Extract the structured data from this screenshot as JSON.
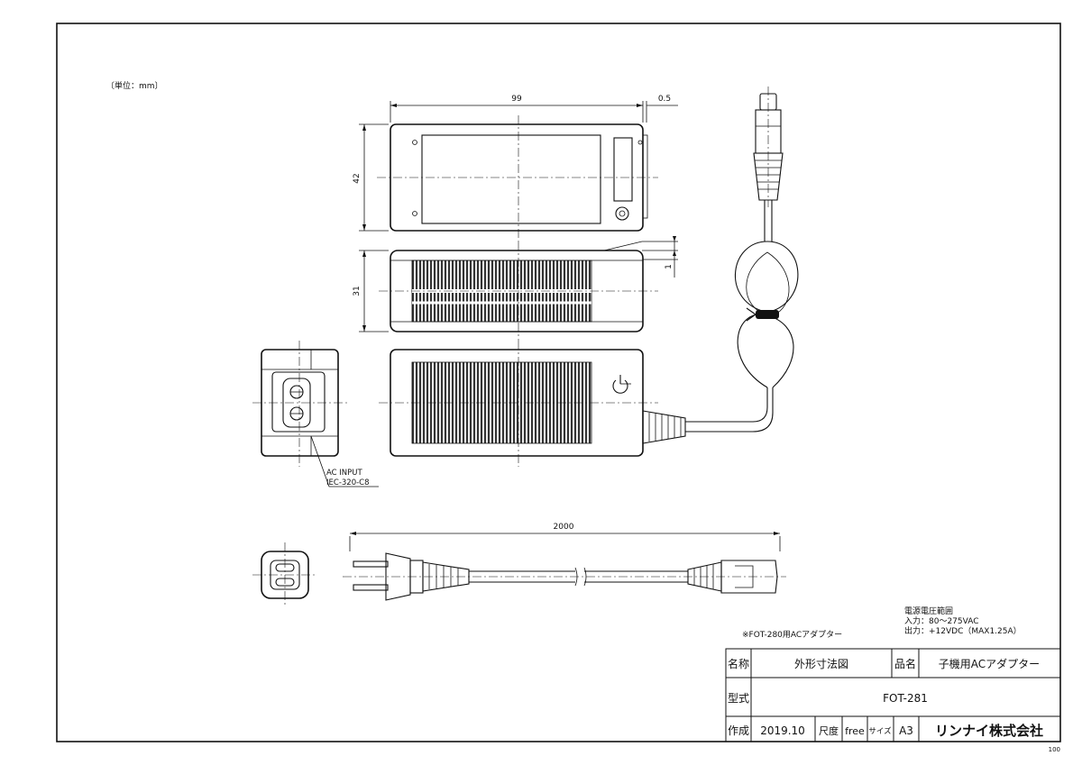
{
  "unit_note": "〔単位：mm〕",
  "dimensions": {
    "width": "99",
    "gap": "0.5",
    "height_top": "42",
    "height_side": "31",
    "offset": "1",
    "cord_length": "2000"
  },
  "labels": {
    "ac_input_line1": "AC INPUT",
    "ac_input_line2": "IEC-320-C8",
    "note": "※FOT-280用ACアダプター"
  },
  "specs": {
    "title": "電源電圧範囲",
    "input": "入力：80～275VAC",
    "output": "出力：+12VDC（MAX1.25A）"
  },
  "title_block": {
    "name_label": "名称",
    "name_value": "外形寸法図",
    "product_label": "品名",
    "product_value": "子機用ACアダプター",
    "model_label": "型式",
    "model_value": "FOT-281",
    "created_label": "作成",
    "created_value": "2019.10",
    "scale_label": "尺度",
    "scale_value": "free",
    "size_label": "サイズ",
    "size_value": "A3",
    "company": "リンナイ株式会社"
  },
  "page_corner": "100"
}
